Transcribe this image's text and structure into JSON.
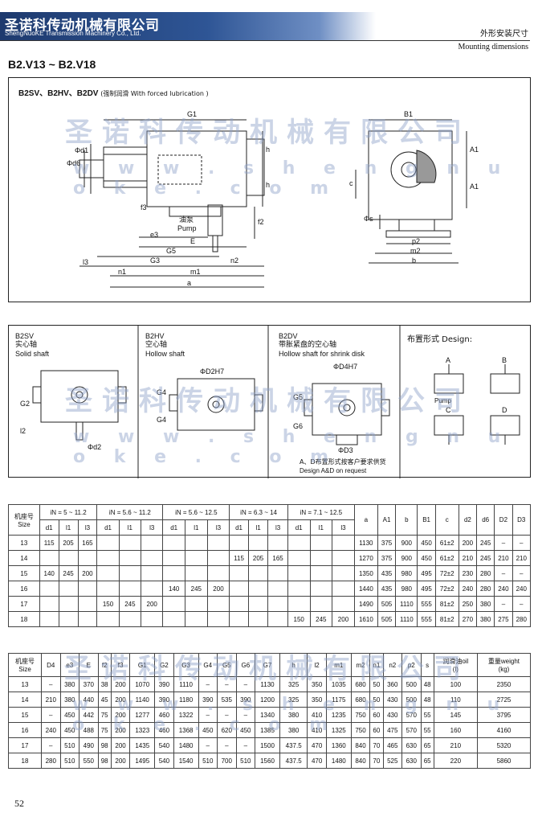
{
  "header": {
    "company_cn": "圣诺科传动机械有限公司",
    "company_en": "ShengNuoKE Transmission Machinery Co., Ltd.",
    "section_cn": "外形安装尺寸",
    "section_en": "Mounting dimensions"
  },
  "series_title": "B2.V13 ~ B2.V18",
  "main_drawing": {
    "caption": "B2SV、B2HV、B2DV",
    "caption_note": "(强制润滑 With forced lubrication )",
    "pump_cn": "油泵",
    "pump_en": "Pump",
    "dim_labels": [
      "G1",
      "Φd1",
      "Φd6",
      "h",
      "h",
      "f3",
      "f2",
      "e3",
      "E",
      "G5",
      "l3",
      "G3",
      "n2",
      "n1",
      "m1",
      "a",
      "B1",
      "A1",
      "A1",
      "c",
      "Φs",
      "p2",
      "m2",
      "b"
    ]
  },
  "watermark": {
    "cn": "圣诺科传动机械有限公司",
    "en": "w w w . s h e n g n u o k e . c o m"
  },
  "variants": [
    {
      "code": "B2SV",
      "cn": "实心轴",
      "en": "Solid shaft",
      "dims": [
        "G2",
        "l2",
        "Φd2"
      ]
    },
    {
      "code": "B2HV",
      "cn": "空心轴",
      "en": "Hollow shaft",
      "dims": [
        "ΦD2H7",
        "G4",
        "G4"
      ]
    },
    {
      "code": "B2DV",
      "cn": "带胀紧盘的空心轴",
      "en": "Hollow shaft for shrink disk",
      "dims": [
        "ΦD4H7",
        "G5",
        "G6",
        "ΦD3"
      ],
      "note_cn": "A、D布置形式按客户要求供货",
      "note_en": "Design A&D on request"
    }
  ],
  "design": {
    "title": "布置形式 Design:",
    "letters": [
      "A",
      "B",
      "C",
      "D"
    ],
    "pump_en": "Pump"
  },
  "table1": {
    "size_header_cn": "机座号",
    "size_header_en": "Size",
    "groups": [
      "iN = 5 ~ 11.2",
      "iN = 5.6 ~ 11.2",
      "iN = 5.6 ~ 12.5",
      "iN = 6.3 ~ 14",
      "iN = 7.1 ~ 12.5"
    ],
    "sub": [
      "d1",
      "l1",
      "l3"
    ],
    "cols": [
      "a",
      "A1",
      "b",
      "B1",
      "c",
      "d2",
      "d6",
      "D2",
      "D3"
    ],
    "rows": [
      {
        "size": "13",
        "g": [
          [
            "115",
            "205",
            "165"
          ],
          [
            "",
            "",
            ""
          ],
          [
            "",
            "",
            ""
          ],
          [
            "",
            "",
            ""
          ],
          [
            "",
            "",
            ""
          ]
        ],
        "v": [
          "1130",
          "375",
          "900",
          "450",
          "61±2",
          "200",
          "245",
          "–",
          "–"
        ]
      },
      {
        "size": "14",
        "g": [
          [
            "",
            "",
            ""
          ],
          [
            "",
            "",
            ""
          ],
          [
            "",
            "",
            ""
          ],
          [
            "115",
            "205",
            "165"
          ],
          [
            "",
            "",
            ""
          ]
        ],
        "v": [
          "1270",
          "375",
          "900",
          "450",
          "61±2",
          "210",
          "245",
          "210",
          "210"
        ]
      },
      {
        "size": "15",
        "g": [
          [
            "140",
            "245",
            "200"
          ],
          [
            "",
            "",
            ""
          ],
          [
            "",
            "",
            ""
          ],
          [
            "",
            "",
            ""
          ],
          [
            "",
            "",
            ""
          ]
        ],
        "v": [
          "1350",
          "435",
          "980",
          "495",
          "72±2",
          "230",
          "280",
          "–",
          "–"
        ]
      },
      {
        "size": "16",
        "g": [
          [
            "",
            "",
            ""
          ],
          [
            "",
            "",
            ""
          ],
          [
            "140",
            "245",
            "200"
          ],
          [
            "",
            "",
            ""
          ],
          [
            "",
            "",
            ""
          ]
        ],
        "v": [
          "1440",
          "435",
          "980",
          "495",
          "72±2",
          "240",
          "280",
          "240",
          "240"
        ]
      },
      {
        "size": "17",
        "g": [
          [
            "",
            "",
            ""
          ],
          [
            "150",
            "245",
            "200"
          ],
          [
            "",
            "",
            ""
          ],
          [
            "",
            "",
            ""
          ],
          [
            "",
            "",
            ""
          ]
        ],
        "v": [
          "1490",
          "505",
          "1110",
          "555",
          "81±2",
          "250",
          "380",
          "–",
          "–"
        ]
      },
      {
        "size": "18",
        "g": [
          [
            "",
            "",
            ""
          ],
          [
            "",
            "",
            ""
          ],
          [
            "",
            "",
            ""
          ],
          [
            "",
            "",
            ""
          ],
          [
            "150",
            "245",
            "200"
          ]
        ],
        "v": [
          "1610",
          "505",
          "1110",
          "555",
          "81±2",
          "270",
          "380",
          "275",
          "280"
        ]
      }
    ]
  },
  "table2": {
    "size_header_cn": "机座号",
    "size_header_en": "Size",
    "cols": [
      "D4",
      "e3",
      "E",
      "f2",
      "f3",
      "G1",
      "G2",
      "G3",
      "G4",
      "G5",
      "G6",
      "G7",
      "h",
      "l2",
      "m1",
      "m2",
      "n1",
      "n2",
      "p2",
      "s"
    ],
    "oil_cn": "润滑油oil",
    "oil_unit": "(l)",
    "weight_cn": "重量weight",
    "weight_unit": "(kg)",
    "rows": [
      {
        "size": "13",
        "v": [
          "–",
          "380",
          "370",
          "38",
          "200",
          "1070",
          "390",
          "1110",
          "–",
          "–",
          "–",
          "1130",
          "325",
          "350",
          "1035",
          "680",
          "50",
          "360",
          "500",
          "48"
        ],
        "oil": "100",
        "w": "2350"
      },
      {
        "size": "14",
        "v": [
          "210",
          "380",
          "440",
          "45",
          "200",
          "1140",
          "390",
          "1180",
          "390",
          "535",
          "390",
          "1200",
          "325",
          "350",
          "1175",
          "680",
          "50",
          "430",
          "500",
          "48"
        ],
        "oil": "110",
        "w": "2725"
      },
      {
        "size": "15",
        "v": [
          "–",
          "450",
          "442",
          "75",
          "200",
          "1277",
          "460",
          "1322",
          "–",
          "–",
          "–",
          "1340",
          "380",
          "410",
          "1235",
          "750",
          "60",
          "430",
          "570",
          "55"
        ],
        "oil": "145",
        "w": "3795"
      },
      {
        "size": "16",
        "v": [
          "240",
          "450",
          "488",
          "75",
          "200",
          "1323",
          "460",
          "1368",
          "450",
          "620",
          "450",
          "1385",
          "380",
          "410",
          "1325",
          "750",
          "60",
          "475",
          "570",
          "55"
        ],
        "oil": "160",
        "w": "4160"
      },
      {
        "size": "17",
        "v": [
          "–",
          "510",
          "490",
          "98",
          "200",
          "1435",
          "540",
          "1480",
          "–",
          "–",
          "–",
          "1500",
          "437.5",
          "470",
          "1360",
          "840",
          "70",
          "465",
          "630",
          "65"
        ],
        "oil": "210",
        "w": "5320"
      },
      {
        "size": "18",
        "v": [
          "280",
          "510",
          "550",
          "98",
          "200",
          "1495",
          "540",
          "1540",
          "510",
          "700",
          "510",
          "1560",
          "437.5",
          "470",
          "1480",
          "840",
          "70",
          "525",
          "630",
          "65"
        ],
        "oil": "220",
        "w": "5860"
      }
    ]
  },
  "page_number": "52",
  "colors": {
    "banner": "#2e5595",
    "watermark": "#8ca0c8",
    "line": "#222222"
  }
}
